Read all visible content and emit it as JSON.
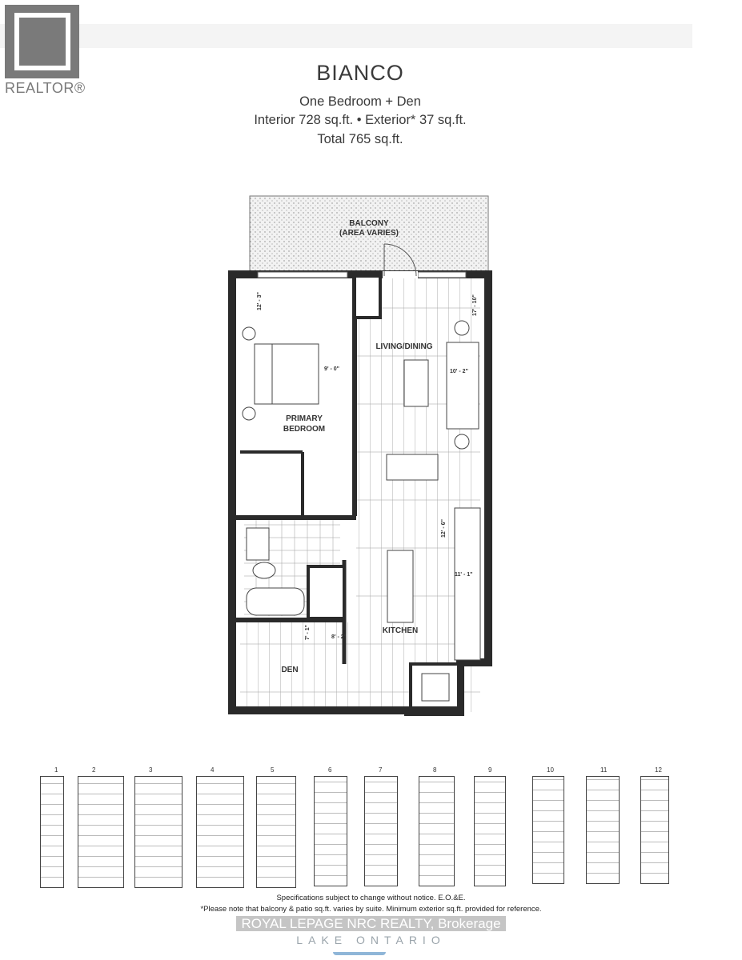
{
  "watermark_logo": {
    "text": "REALTOR®"
  },
  "header": {
    "title": "BIANCO",
    "unit_type": "One Bedroom + Den",
    "areas": "Interior 728 sq.ft. • Exterior* 37 sq.ft.",
    "total": "Total 765 sq.ft."
  },
  "floorplan": {
    "rooms": {
      "balcony": "BALCONY",
      "balcony_note": "(AREA VARIES)",
      "living_dining": "LIVING/DINING",
      "primary_bedroom_1": "PRIMARY",
      "primary_bedroom_2": "BEDROOM",
      "kitchen": "KITCHEN",
      "den": "DEN"
    },
    "dimensions": {
      "bedroom_length": "12' - 3\"",
      "bedroom_width": "9' - 0\"",
      "living_length": "17' - 10\"",
      "living_width": "10' - 2\"",
      "kitchen_length": "12' - 6\"",
      "kitchen_width": "11' - 1\"",
      "den_length": "7' - 1\"",
      "den_width": "8' - 2\""
    }
  },
  "key_plan": {
    "floors": [
      "1",
      "2",
      "3",
      "4",
      "5",
      "6",
      "7",
      "8",
      "9",
      "10",
      "11",
      "12"
    ]
  },
  "footer": {
    "line1": "Specifications subject to change without notice. E.O.&E.",
    "line2": "*Please note that balcony & patio sq.ft. varies by suite. Minimum exterior sq.ft. provided for reference.",
    "brokerage": "ROYAL LEPAGE NRC REALTY, Brokerage",
    "brand": "LAKE ONTARIO"
  },
  "colors": {
    "wall": "#2a2a2a",
    "logo_gray": "#7a7a7a",
    "brand_blue": "#8fb6d8"
  }
}
